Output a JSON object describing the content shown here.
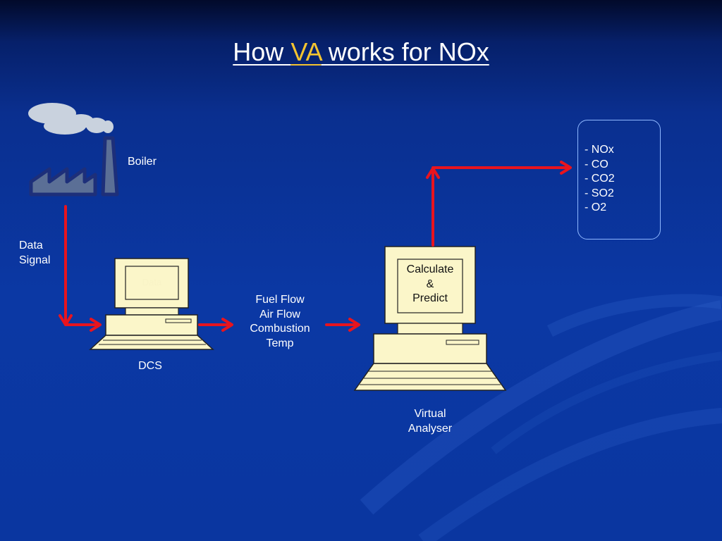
{
  "title": {
    "prefix": "How ",
    "accent": "VA",
    "suffix": " works for NOx",
    "accent_color": "#f4c430"
  },
  "boiler": {
    "label": "Boiler",
    "icon": "factory-icon"
  },
  "data_signal": {
    "line1": "Data",
    "line2": "Signal"
  },
  "dcs": {
    "label": "DCS",
    "screen_text": "Data",
    "icon": "computer-icon"
  },
  "inputs": {
    "lines": [
      "Fuel Flow",
      "Air Flow",
      "Combustion",
      "Temp"
    ]
  },
  "virtual_analyser": {
    "screen_lines": [
      "Calculate",
      "&",
      "Predict"
    ],
    "label_line1": "Virtual",
    "label_line2": "Analyser",
    "icon": "computer-icon"
  },
  "outputs": {
    "items": [
      "- NOx",
      "- CO",
      "- CO2",
      "- SO2",
      "- O2"
    ]
  },
  "colors": {
    "arrow": "#e8141e",
    "computer": "#fbf6c9",
    "background": "#0a36a0"
  }
}
